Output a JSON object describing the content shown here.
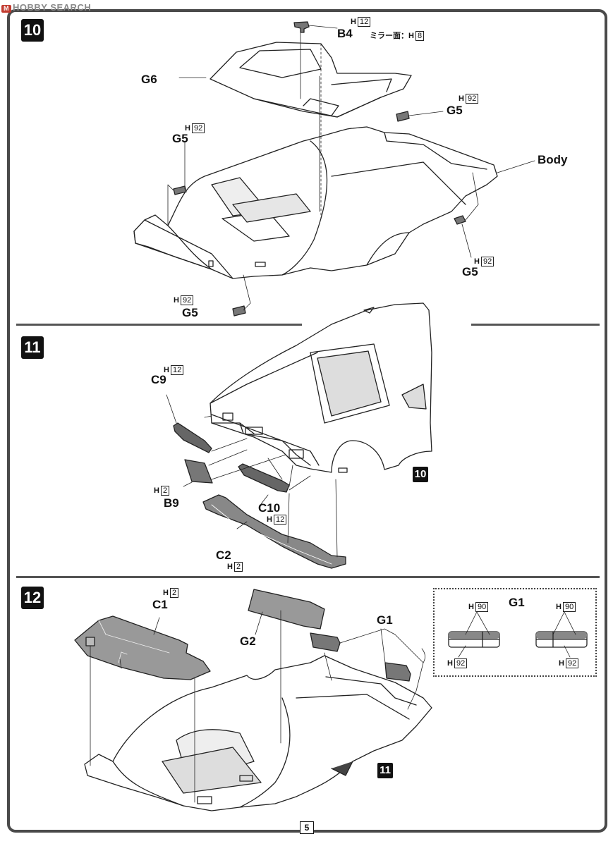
{
  "watermark": {
    "logo": "M",
    "text": "HOBBY SEARCH"
  },
  "page_number": "5",
  "steps": [
    {
      "number": "10",
      "labels": {
        "b4": "B4",
        "g6": "G6",
        "g5_top_right": "G5",
        "g5_left": "G5",
        "body": "Body",
        "g5_right": "G5",
        "g5_bottom": "G5"
      },
      "paint": {
        "b4_h": "H",
        "b4_code": "12",
        "mirror_text": "ミラー面：H",
        "mirror_code": "8",
        "g5_top_right_h": "H",
        "g5_top_right_code": "92",
        "g5_left_h": "H",
        "g5_left_code": "92",
        "g5_right_h": "H",
        "g5_right_code": "92",
        "g5_bottom_h": "H",
        "g5_bottom_code": "92"
      }
    },
    {
      "number": "11",
      "labels": {
        "c9": "C9",
        "b9": "B9",
        "c10": "C10",
        "c2": "C2"
      },
      "paint": {
        "c9_h": "H",
        "c9_code": "12",
        "b9_h": "H",
        "b9_code": "2",
        "c10_h": "H",
        "c10_code": "12",
        "c2_h": "H",
        "c2_code": "2"
      },
      "ref_step": "10"
    },
    {
      "number": "12",
      "labels": {
        "c1": "C1",
        "g2": "G2",
        "g1": "G1"
      },
      "paint": {
        "c1_h": "H",
        "c1_code": "2"
      },
      "ref_step": "11",
      "legend": {
        "title": "G1",
        "top_h": "H",
        "top_code": "90",
        "top_h2": "H",
        "top_code2": "90",
        "bottom_h": "H",
        "bottom_code": "92",
        "bottom_h2": "H",
        "bottom_code2": "92"
      }
    }
  ]
}
